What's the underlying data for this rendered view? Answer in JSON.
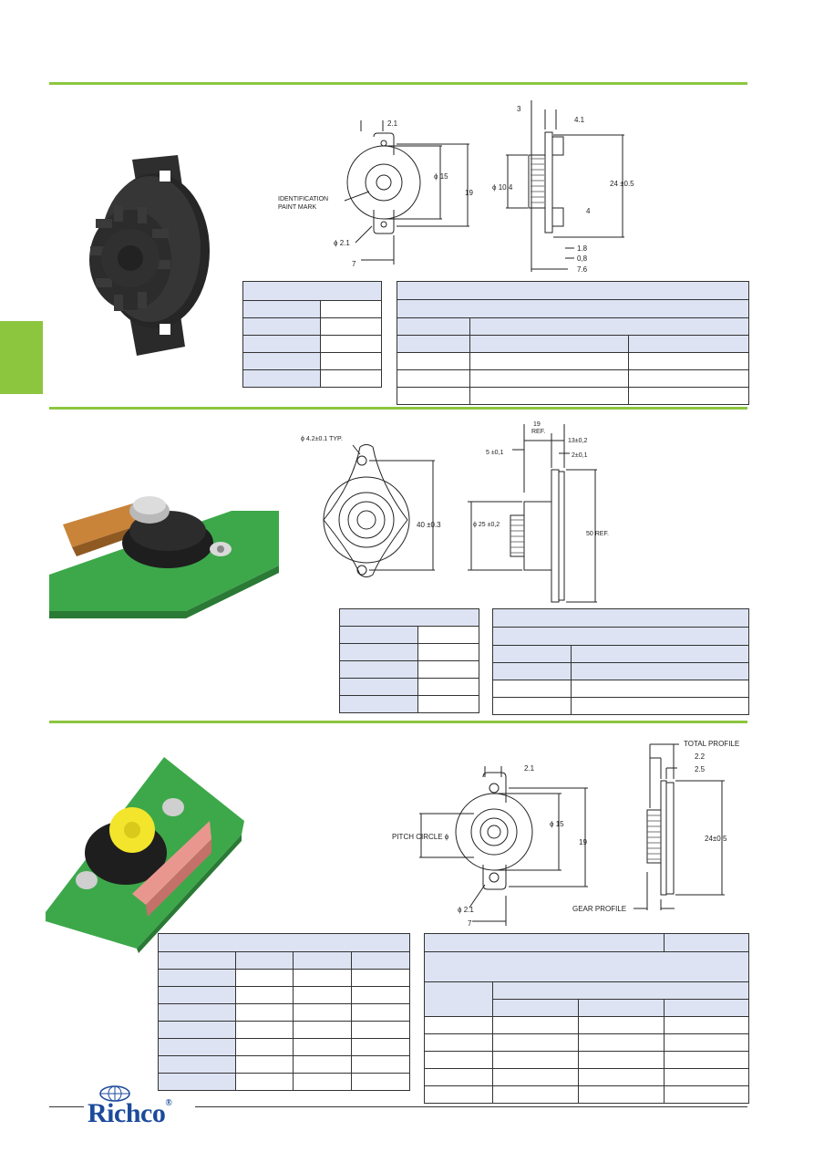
{
  "section1": {
    "front_dims": {
      "d1": "2.1",
      "dia": "ϕ 15",
      "h": "19",
      "dhole": "ϕ 2.1",
      "w": "7",
      "note1": "IDENTIFICATION",
      "note2": "PAINT MARK"
    },
    "side_dims": {
      "a": "3",
      "b": "4.1",
      "dia": "ϕ 10,4",
      "h": "24 ±0.5",
      "c": "4",
      "d": "1.8",
      "e": "0,8",
      "f": "7.6"
    }
  },
  "section2": {
    "front_dims": {
      "hole": "ϕ 4.2±0.1 TYP.",
      "h": "40 ±0.3"
    },
    "side_dims": {
      "top1": "19",
      "top2": "REF.",
      "a": "13±0,2",
      "b": "5 ±0,1",
      "c": "2±0,1",
      "dia": "ϕ 25 ±0,2",
      "h": "50 REF."
    }
  },
  "section3": {
    "front_dims": {
      "d1": "2.1",
      "dia": "ϕ 15",
      "h": "19",
      "pitch": "PITCH CIRCLE ϕ",
      "dhole": "ϕ 2.1",
      "w": "7"
    },
    "side_dims": {
      "total": "TOTAL PROFILE",
      "a": "2.2",
      "b": "2.5",
      "h": "24±0,5",
      "gear": "GEAR PROFILE"
    }
  },
  "brand": {
    "name": "Richco",
    "reg": "®"
  },
  "colors": {
    "accent": "#8cc63f",
    "table_header": "#dde3f2",
    "brand": "#1c4a9c"
  }
}
